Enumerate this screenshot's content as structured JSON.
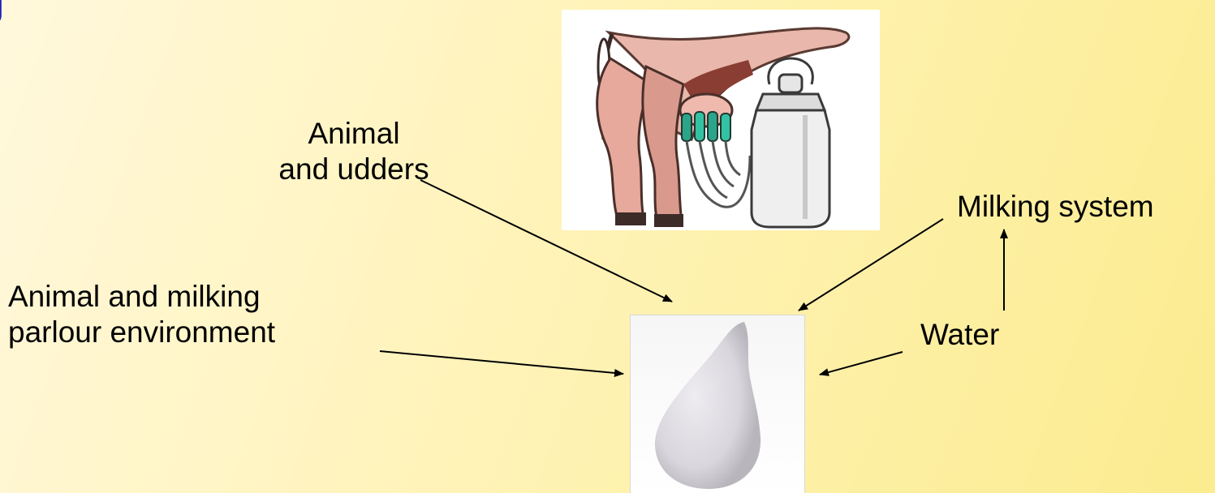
{
  "diagram": {
    "labels": {
      "udders": [
        "Animal",
        "and udders"
      ],
      "environment": [
        "Animal and milking",
        "parlour environment"
      ],
      "milking_system": "Milking system",
      "water": "Water"
    },
    "illustrations": {
      "milking": "cow-milking-machine-icon",
      "milk_drop": "milk-drop-icon"
    },
    "colors": {
      "background": "#fff3b8",
      "title_text": "#1f1fb4",
      "arrow": "#000000",
      "cow_skin": "#e8b4a8",
      "milk_drop": "#d9d6dd"
    }
  }
}
